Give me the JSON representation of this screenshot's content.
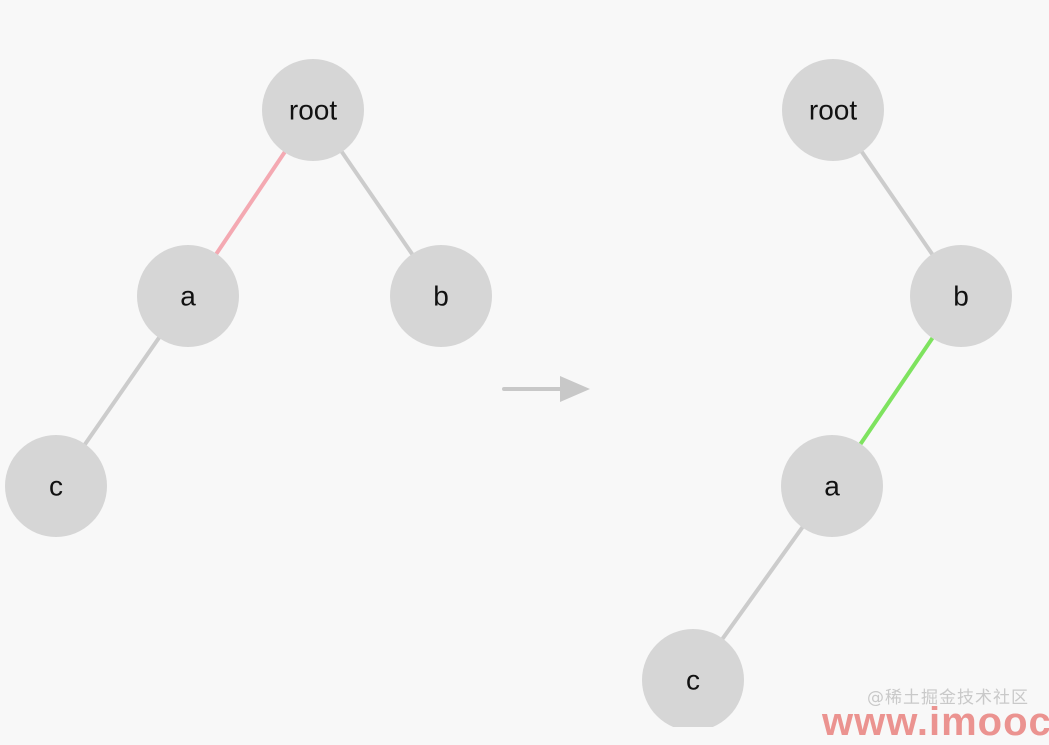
{
  "colors": {
    "node_fill": "#d6d6d6",
    "edge_default": "#cccccc",
    "edge_removed": "#f4a9b2",
    "edge_added": "#7ee35f",
    "arrow": "#c8c8c8"
  },
  "trees": {
    "before": {
      "nodes": [
        {
          "id": "root",
          "label": "root"
        },
        {
          "id": "a",
          "label": "a"
        },
        {
          "id": "b",
          "label": "b"
        },
        {
          "id": "c",
          "label": "c"
        }
      ],
      "edges": [
        {
          "from": "root",
          "to": "a",
          "status": "removed"
        },
        {
          "from": "root",
          "to": "b",
          "status": "default"
        },
        {
          "from": "a",
          "to": "c",
          "status": "default"
        }
      ]
    },
    "after": {
      "nodes": [
        {
          "id": "root",
          "label": "root"
        },
        {
          "id": "b",
          "label": "b"
        },
        {
          "id": "a",
          "label": "a"
        },
        {
          "id": "c",
          "label": "c"
        }
      ],
      "edges": [
        {
          "from": "root",
          "to": "b",
          "status": "default"
        },
        {
          "from": "b",
          "to": "a",
          "status": "added"
        },
        {
          "from": "a",
          "to": "c",
          "status": "default"
        }
      ]
    }
  },
  "watermark": "@稀土掘金技术社区",
  "brand_text": "www.imooc"
}
